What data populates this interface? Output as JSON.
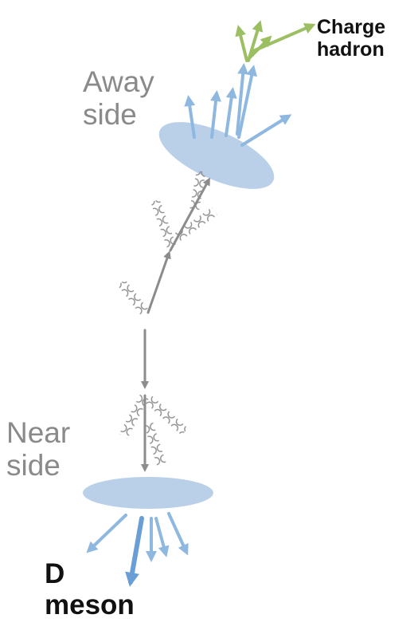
{
  "labels": {
    "away_side": "Away\nside",
    "near_side": "Near\nside",
    "charge_hadron": "Charge\nhadron",
    "d_meson": "D\nmeson"
  },
  "colors": {
    "blob": "#b9d0e8",
    "blue_arrow": "#8fb8e0",
    "strong_blue_arrow": "#6a9fd6",
    "green_arrow": "#9cbf63",
    "gray_arrow": "#8c8c8c",
    "gluon": "#8c8c8c",
    "text_gray": "#8a8a8a",
    "text_dark": "#111111"
  }
}
